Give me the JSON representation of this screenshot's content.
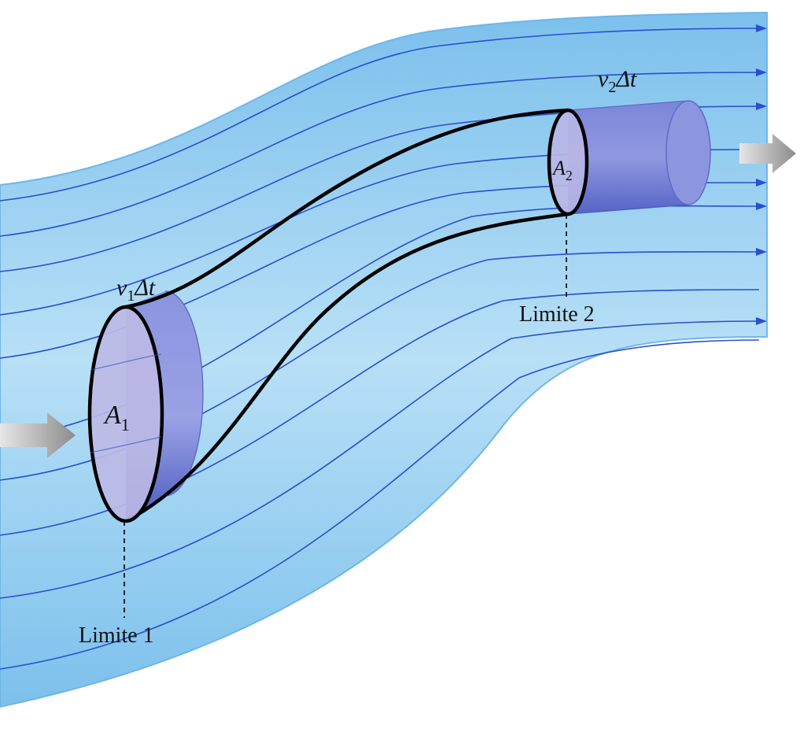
{
  "labels": {
    "v1": "v",
    "v1_sub": "1",
    "v1_rest": "Δt",
    "v2": "v",
    "v2_sub": "2",
    "v2_rest": "Δt",
    "a1": "A",
    "a1_sub": "1",
    "a2": "A",
    "a2_sub": "2",
    "limit1": "Limite 1",
    "limit2": "Limite 2"
  },
  "colors": {
    "flow_band": "#a9d6f2",
    "flow_band_edge": "#6fb6e6",
    "streamline": "#2a4fd0",
    "tube_outline": "#000000",
    "cylinder_body": "#6f7ed6",
    "cylinder_face": "#b9b7e6",
    "flow_arrow": "#9a9a9a"
  },
  "icons": {
    "inflow": "arrow-right-icon",
    "outflow": "arrow-right-icon"
  }
}
